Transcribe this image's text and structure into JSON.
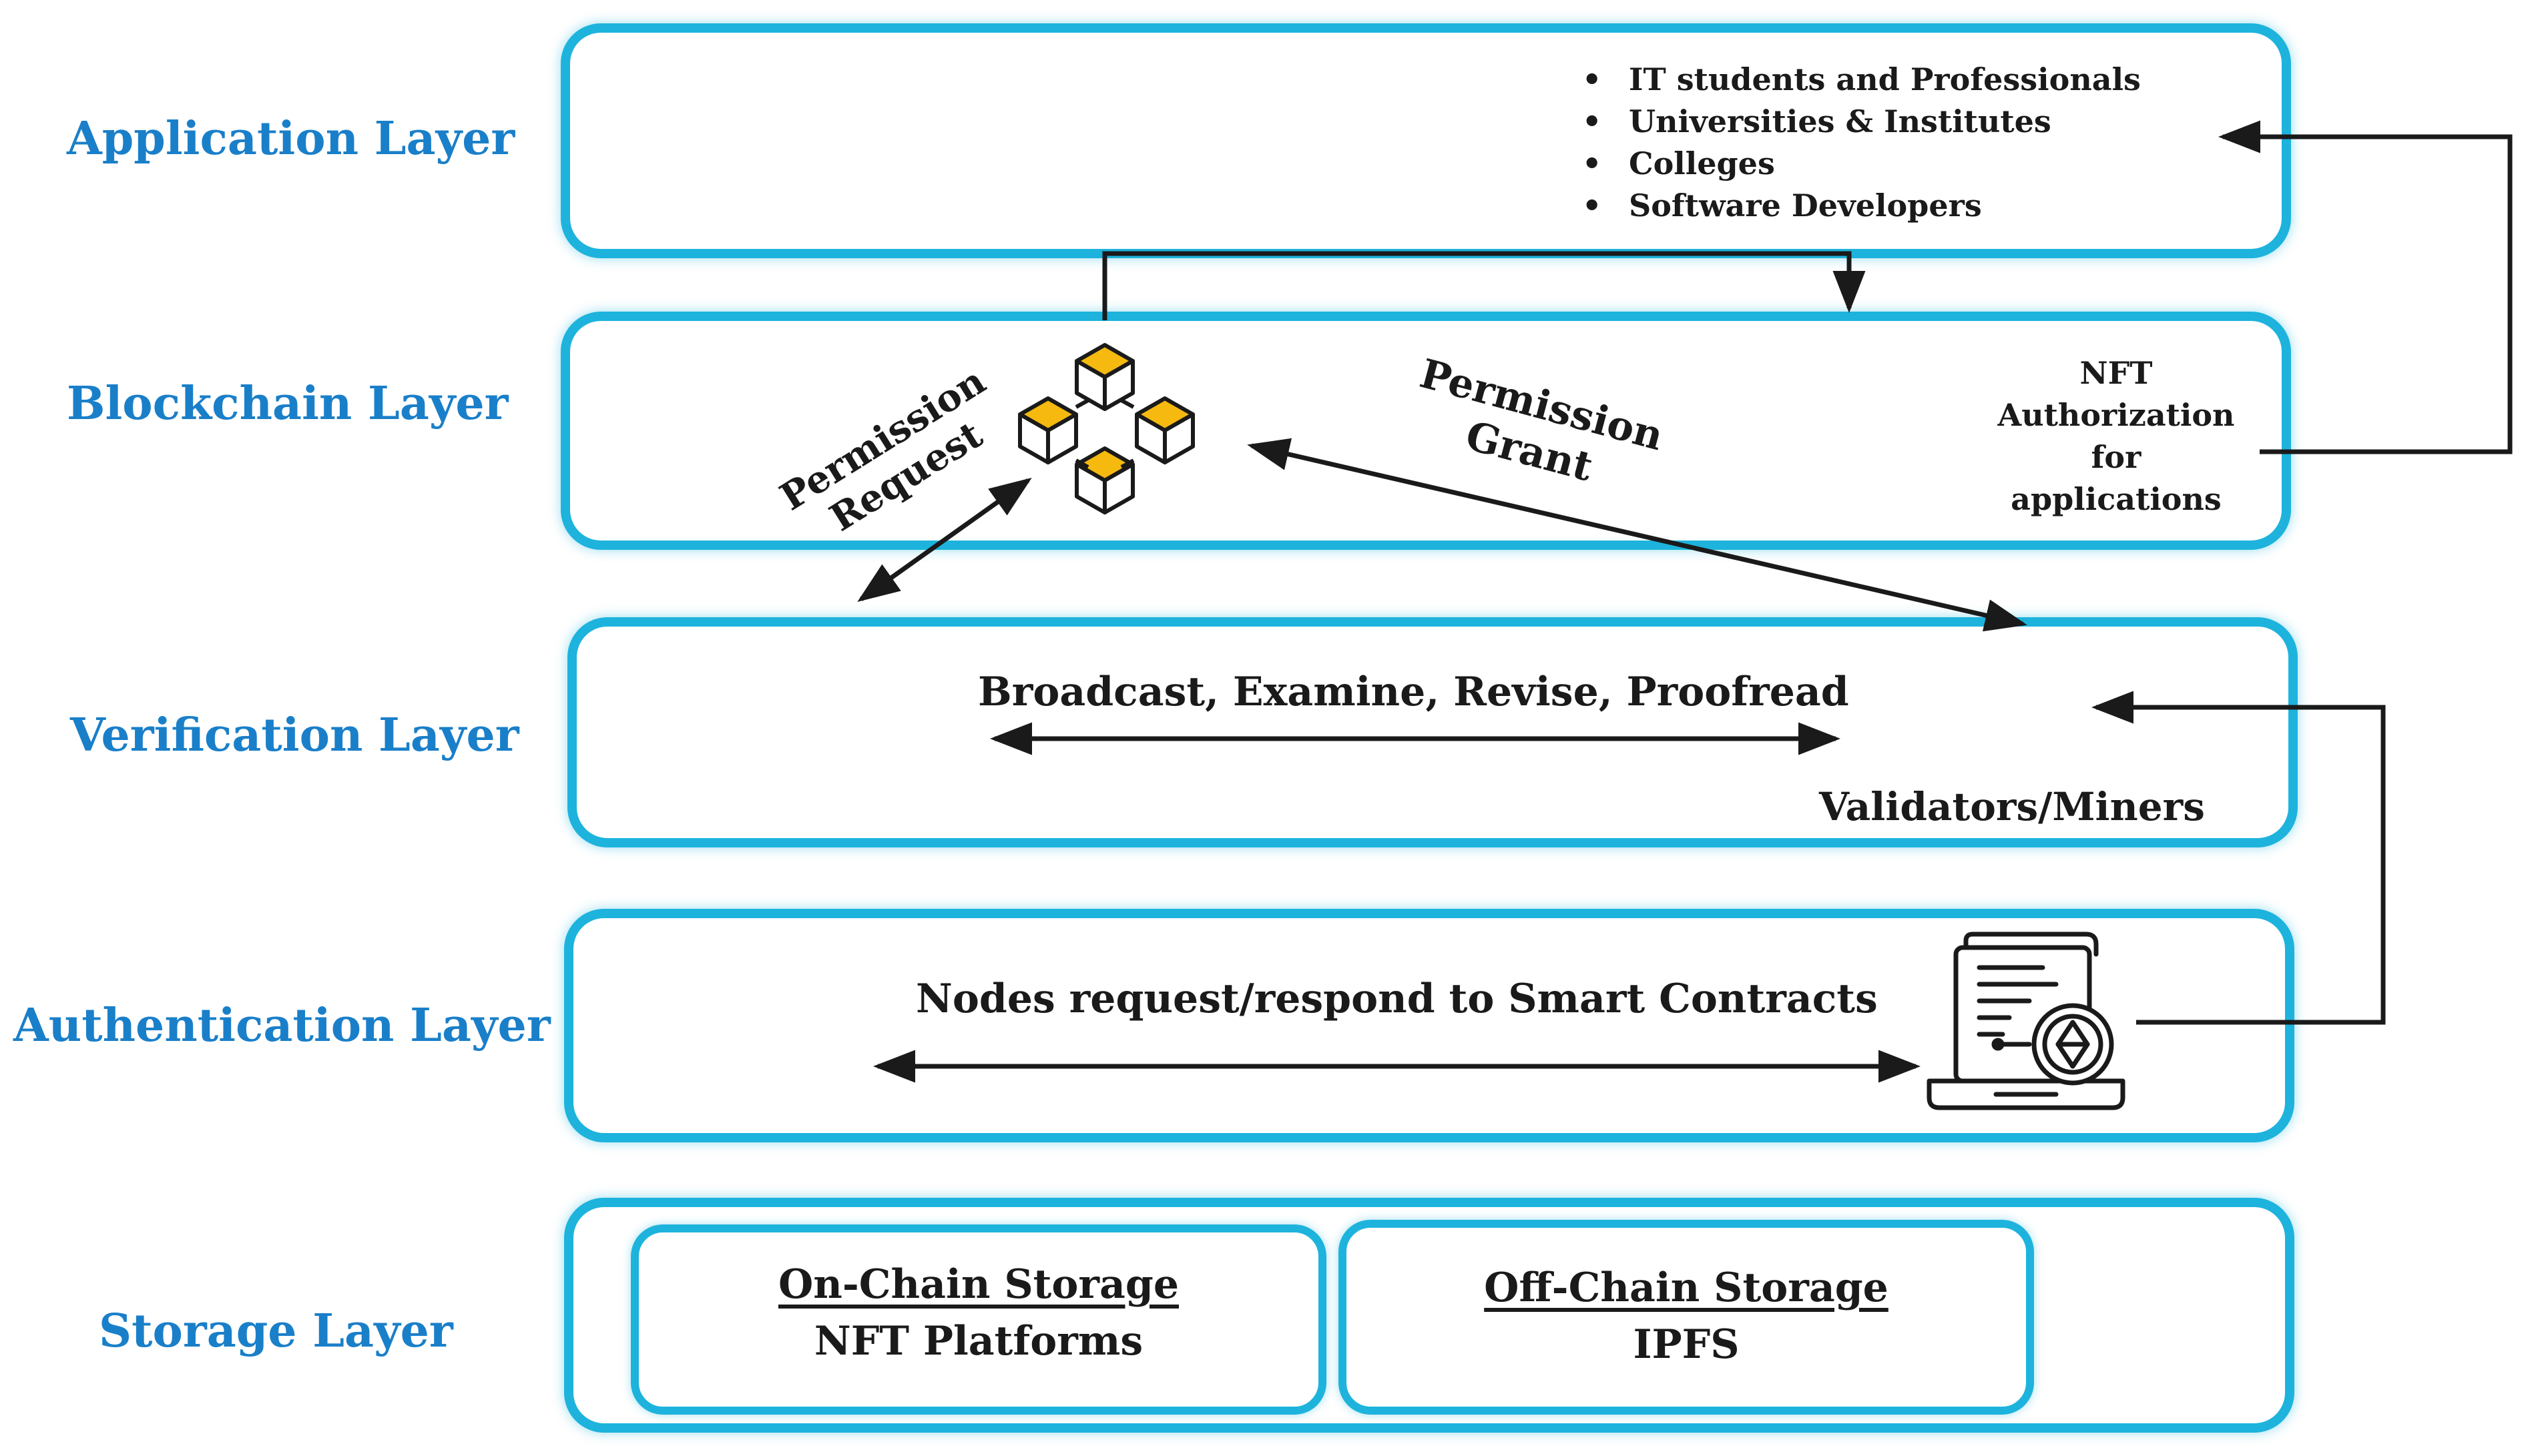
{
  "layers": {
    "application": "Application Layer",
    "blockchain": "Blockchain Layer",
    "verification": "Verification Layer",
    "authentication": "Authentication Layer",
    "storage": "Storage Layer"
  },
  "application": {
    "users": [
      "IT students and Professionals",
      "Universities & Institutes",
      "Colleges",
      "Software Developers"
    ]
  },
  "blockchain": {
    "permission_request": [
      "Permission",
      "Request"
    ],
    "permission_grant": [
      "Permission",
      "Grant"
    ],
    "nft_auth": [
      "NFT",
      "Authorization",
      "for",
      "applications"
    ]
  },
  "verification": {
    "actions": "Broadcast, Examine, Revise, Proofread",
    "validators": "Validators/Miners"
  },
  "authentication": {
    "nodes": "Nodes request/respond to Smart Contracts"
  },
  "storage": {
    "on_chain_title": "On-Chain Storage",
    "on_chain_sub": "NFT Platforms",
    "off_chain_title": "Off-Chain Storage",
    "off_chain_sub": "IPFS"
  },
  "icons": {
    "blockchain": "blockchain-cubes-icon",
    "smart_contract": "smart-contract-laptop-icon"
  },
  "colors": {
    "label": "#1a7fc9",
    "border": "#1db3dd",
    "cube": "#f5b90f"
  }
}
